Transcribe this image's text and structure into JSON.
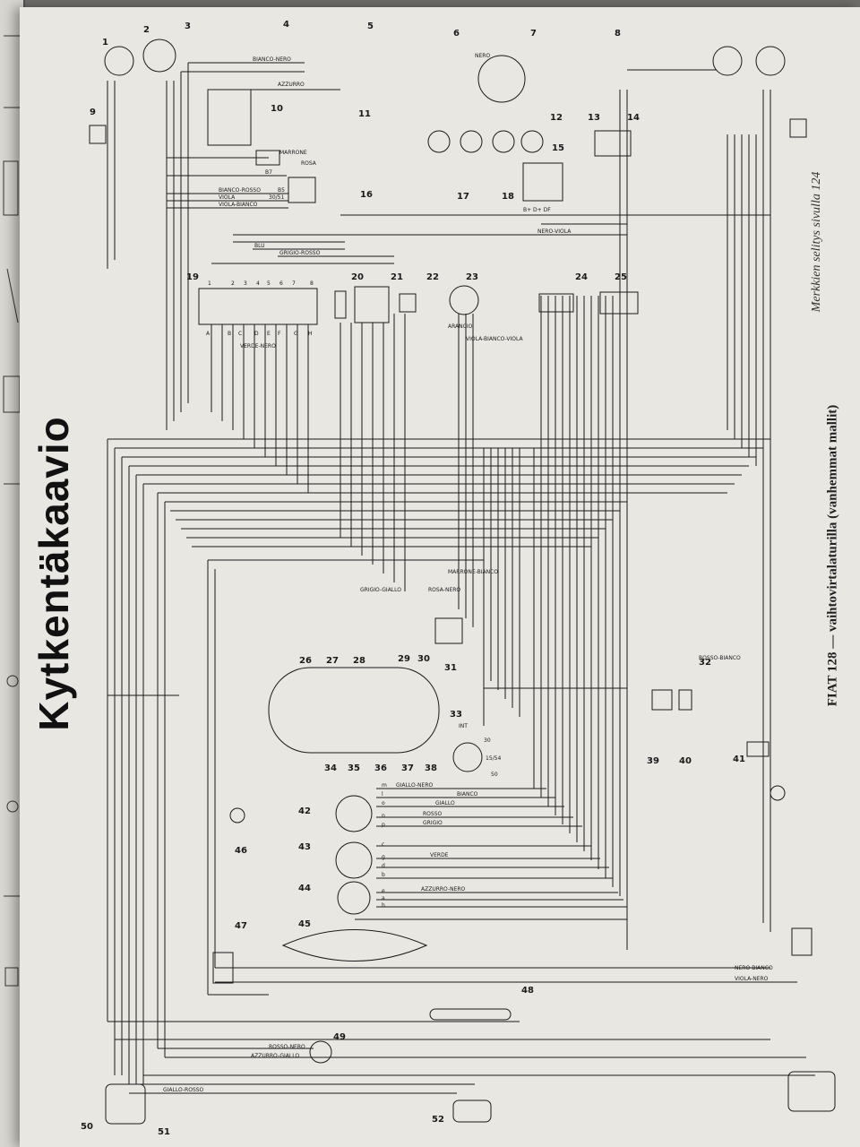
{
  "document": {
    "side_title": "Kytkentäkaavio",
    "caption": "FIAT 128 — vaihtovirtalaturilla (vanhemmat mallit)",
    "note": "Merkkien selitys sivulla 124"
  },
  "component_numbers": [
    "1",
    "2",
    "3",
    "4",
    "5",
    "6",
    "7",
    "8",
    "9",
    "10",
    "11",
    "12",
    "13",
    "14",
    "15",
    "16",
    "17",
    "18",
    "19",
    "20",
    "21",
    "22",
    "23",
    "24",
    "25",
    "26",
    "27",
    "28",
    "29",
    "30",
    "31",
    "32",
    "33",
    "34",
    "35",
    "36",
    "37",
    "38",
    "39",
    "40",
    "41",
    "42",
    "43",
    "44",
    "45",
    "46",
    "47",
    "48",
    "49",
    "50",
    "51",
    "52"
  ],
  "wire_labels": {
    "bianco_nero": "BIANCO-NERO",
    "azzurro": "AZZURRO",
    "nero": "NERO",
    "marrone": "MARRONE",
    "rosa": "ROSA",
    "bianco_rosso": "BIANCO-ROSSO",
    "viola": "VIOLA",
    "viola_bianco": "VIOLA-BIANCO",
    "blu": "BLU",
    "grigio_rosso": "GRIGIO-ROSSO",
    "nero_viola": "NERO-VIOLA",
    "giallo_nero": "GIALLO-NERO",
    "bianco": "BIANCO",
    "giallo": "GIALLO",
    "rosso": "ROSSO",
    "grigio": "GRIGIO",
    "verde": "VERDE",
    "azzurro_nero": "AZZURRO-NERO",
    "rosso_nero": "ROSSO-NERO",
    "azzurro_giallo": "AZZURRO-GIALLO",
    "giallo_rosso": "GIALLO-ROSSO",
    "verde_nero": "VERDE-NERO",
    "arancio": "ARANCIO",
    "rosa_nero": "ROSA-NERO",
    "marrone_bianco": "MARRONE-BIANCO",
    "nero_bianco": "NERO-BIANCO",
    "viola_nero": "VIOLA-NERO",
    "viola_bianco_viola": "VIOLA-BIANCO-VIOLA",
    "grigio_giallo": "GRIGIO-GIALLO",
    "rosso_bianco": "ROSSO-BIANCO"
  },
  "terminal_labels": {
    "b87": "B7",
    "b85": "B5",
    "t30_51": "30/51",
    "t15_54": "15/54",
    "t30": "30",
    "t50": "50",
    "int": "INT",
    "fuse_letters": [
      "A",
      "B",
      "C",
      "D",
      "E",
      "F",
      "G",
      "H"
    ],
    "fuse_numbers": [
      "1",
      "2",
      "3",
      "4",
      "5",
      "6",
      "7",
      "8"
    ],
    "switch_letters": [
      "m",
      "l",
      "o",
      "p",
      "n",
      "c",
      "g",
      "d",
      "b",
      "e",
      "a",
      "h"
    ],
    "alt_terms": "B+ D+ DF"
  },
  "colors": {
    "paper": "#e9e7e2",
    "ink": "#1a1a1a",
    "background": "#6f6d6a"
  }
}
